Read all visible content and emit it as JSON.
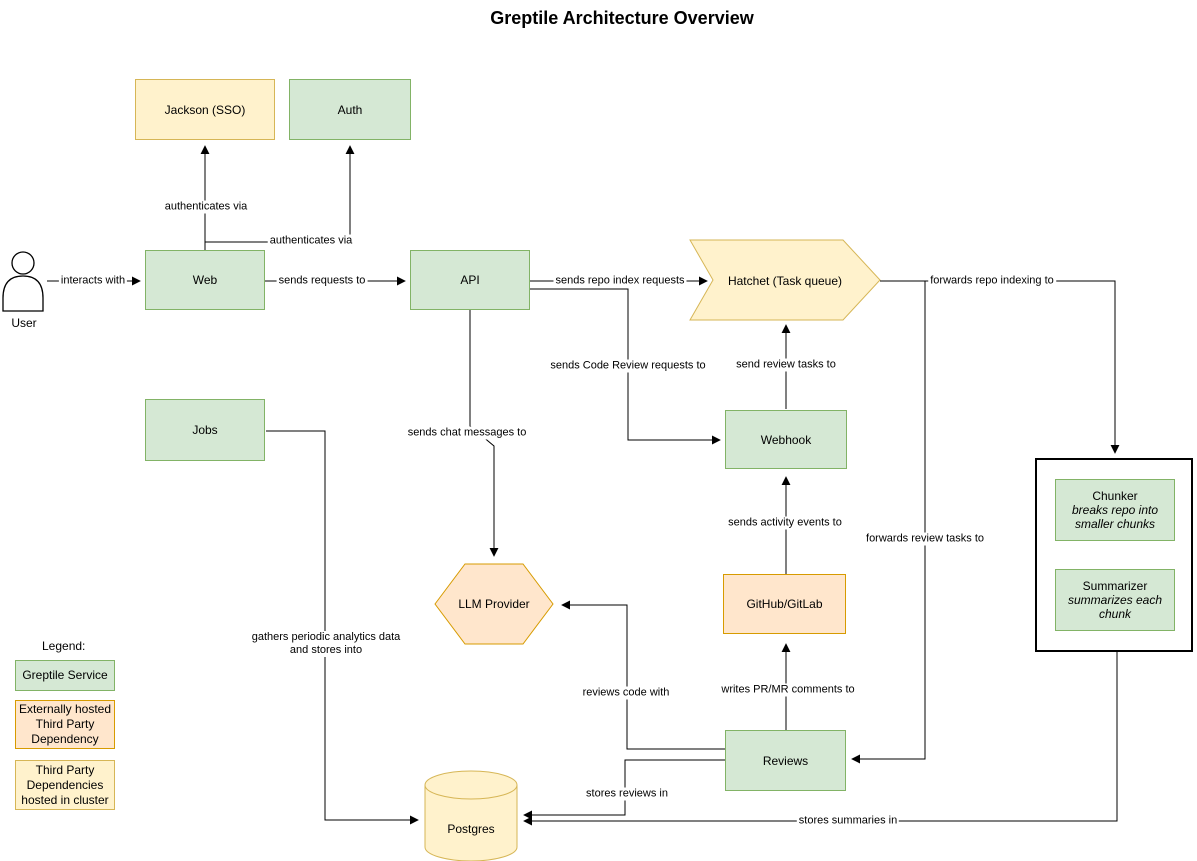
{
  "title": "Greptile Architecture Overview",
  "nodes": {
    "user": {
      "label": "User"
    },
    "jackson": {
      "label": "Jackson (SSO)"
    },
    "auth": {
      "label": "Auth"
    },
    "web": {
      "label": "Web"
    },
    "api": {
      "label": "API"
    },
    "hatchet": {
      "label": "Hatchet (Task queue)"
    },
    "jobs": {
      "label": "Jobs"
    },
    "webhook": {
      "label": "Webhook"
    },
    "llm_provider": {
      "label": "LLM Provider"
    },
    "github_gitlab": {
      "label": "GitHub/GitLab"
    },
    "reviews": {
      "label": "Reviews"
    },
    "postgres": {
      "label": "Postgres"
    },
    "chunker": {
      "label": "Chunker",
      "description": "breaks repo into smaller chunks"
    },
    "summarizer": {
      "label": "Summarizer",
      "description": "summarizes each chunk"
    }
  },
  "edges": {
    "user_web": "interacts with",
    "web_jackson": "authenticates via",
    "web_auth": "authenticates via",
    "web_api": "sends requests to",
    "api_hatchet": "sends repo index requests",
    "api_webhook": "sends Code Review requests to",
    "webhook_hatchet": "send review tasks to",
    "api_llm": "sends chat messages to",
    "hatchet_chunker": "forwards repo indexing to",
    "hatchet_reviews": "forwards review tasks to",
    "github_webhook": "sends activity events to",
    "reviews_github": "writes PR/MR comments to",
    "reviews_llm": "reviews code with",
    "reviews_postgres": "stores reviews in",
    "summarizer_postgres": "stores summaries in",
    "jobs_postgres": "gathers periodic analytics data and stores into"
  },
  "legend": {
    "title": "Legend:",
    "items": [
      {
        "label": "Greptile Service",
        "color": "#d5e8d4",
        "border": "#82b366"
      },
      {
        "label": "Externally hosted Third Party Dependency",
        "color": "#ffe6cc",
        "border": "#d79b00"
      },
      {
        "label": "Third Party Dependencies hosted in cluster",
        "color": "#fff2cc",
        "border": "#d6b656"
      }
    ]
  },
  "colors": {
    "greptile_service_fill": "#d5e8d4",
    "greptile_service_border": "#82b366",
    "external_dependency_fill": "#ffe6cc",
    "external_dependency_border": "#d79b00",
    "cluster_dependency_fill": "#fff2cc",
    "cluster_dependency_border": "#d6b656",
    "line": "#000000"
  }
}
